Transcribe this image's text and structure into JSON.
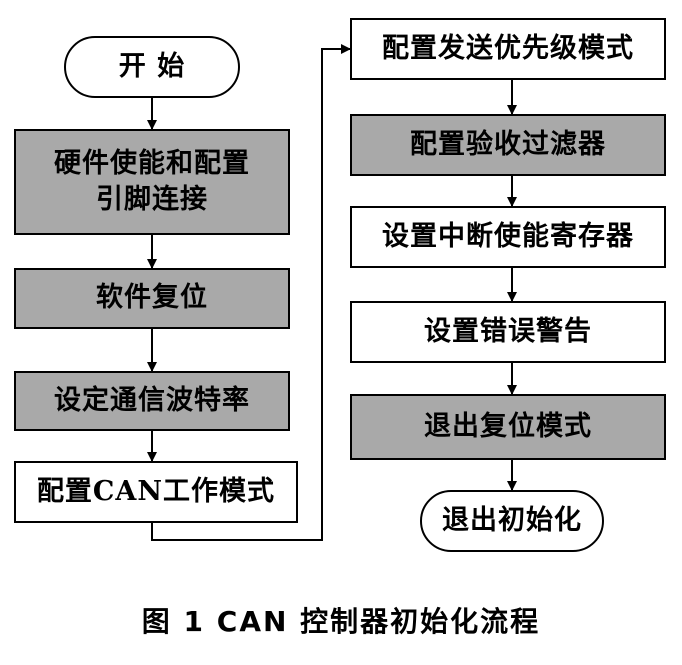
{
  "diagram": {
    "colors": {
      "shaded_fill": "#a9a9a9",
      "plain_fill": "#ffffff",
      "line": "#000000"
    },
    "nodes": [
      {
        "id": "start",
        "label": "开    始",
        "kind": "terminal"
      },
      {
        "id": "hw",
        "label": "硬件使能和配置\n引脚连接",
        "kind": "shaded"
      },
      {
        "id": "reset",
        "label": "软件复位",
        "kind": "shaded"
      },
      {
        "id": "baud",
        "label": "设定通信波特率",
        "kind": "shaded"
      },
      {
        "id": "mode",
        "label": "配置CAN工作模式",
        "kind": "plain"
      },
      {
        "id": "prio",
        "label": "配置发送优先级模式",
        "kind": "plain"
      },
      {
        "id": "filter",
        "label": "配置验收过滤器",
        "kind": "shaded"
      },
      {
        "id": "irq",
        "label": "设置中断使能寄存器",
        "kind": "plain"
      },
      {
        "id": "warn",
        "label": "设置错误警告",
        "kind": "plain"
      },
      {
        "id": "exit_reset",
        "label": "退出复位模式",
        "kind": "shaded"
      },
      {
        "id": "end",
        "label": "退出初始化",
        "kind": "terminal"
      }
    ],
    "edges": [
      [
        "start",
        "hw"
      ],
      [
        "hw",
        "reset"
      ],
      [
        "reset",
        "baud"
      ],
      [
        "baud",
        "mode"
      ],
      [
        "mode",
        "prio"
      ],
      [
        "prio",
        "filter"
      ],
      [
        "filter",
        "irq"
      ],
      [
        "irq",
        "warn"
      ],
      [
        "warn",
        "exit_reset"
      ],
      [
        "exit_reset",
        "end"
      ]
    ]
  },
  "caption": "图 1   CAN 控制器初始化流程"
}
